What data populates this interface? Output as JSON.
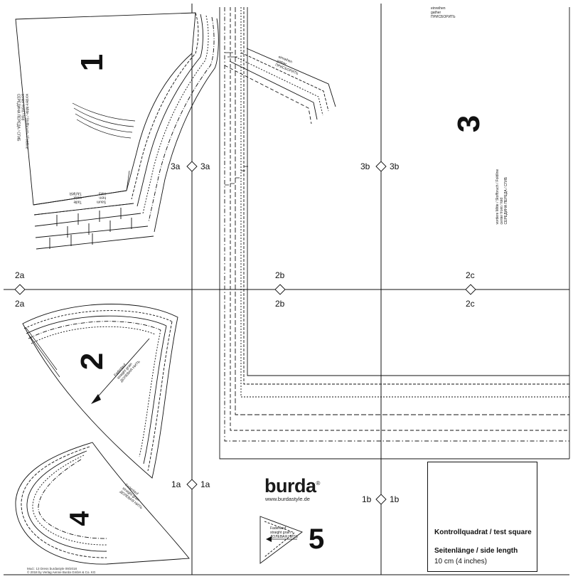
{
  "brand": {
    "name": "burda",
    "mark": "®",
    "website": "www.burdastyle.de"
  },
  "pieces": {
    "p1": "1",
    "p2": "2",
    "p3": "3",
    "p4": "4",
    "p5": "5"
  },
  "markers": {
    "m3a": "3a",
    "m3b": "3b",
    "m2a": "2a",
    "m2b": "2b",
    "m2c": "2c",
    "m1a": "1a",
    "m1b": "1b"
  },
  "notes": {
    "gather_de": "einreihen",
    "gather_en": "gather",
    "gather_ru": "ПРИСБОРИТЬ",
    "front_center_de": "vordere Mitte / Stoffbruch / Foldline",
    "front_center_en": "center front / fold",
    "front_center_ru": "СЕРЕДИНА ПЕРЕДА / СГИБ",
    "grain_de": "Fadenlauf",
    "grain_en": "straight grain",
    "grain_ru": "ДОЛЕВАЯ НИТЬ",
    "waist_de": "Taille",
    "waist_en": "waist",
    "waist_ru": "ТАЛИЯ",
    "hem_de": "Saum",
    "hem_en": "hem",
    "hem_ru": "НИЗ"
  },
  "test_square": {
    "title": "Kontrollquadrat / test square",
    "side_label": "Seitenlänge / side length",
    "size": "10 cm (4 inches)"
  },
  "footer": {
    "line1": "Mod.: 13 Dress burdastyle 09/2018",
    "line2": "© 2018 by Verlag Aenne Burda GmbH & Co. KG"
  }
}
